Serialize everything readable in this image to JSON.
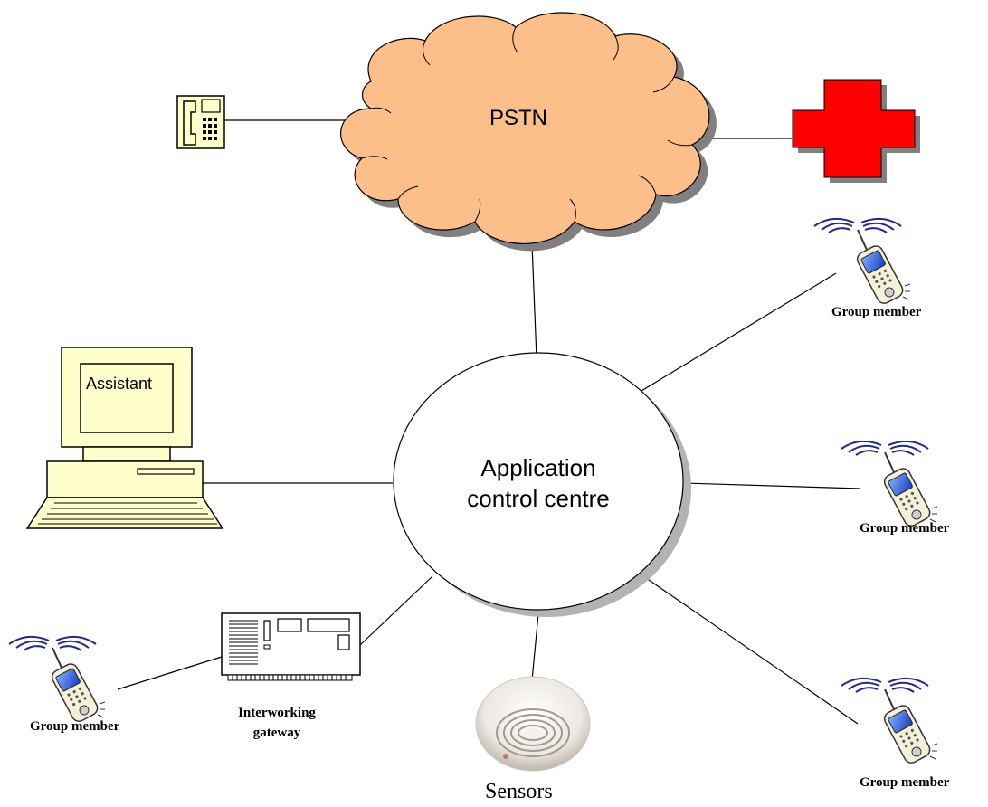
{
  "nodes": {
    "pstn": {
      "label": "PSTN"
    },
    "control_centre": {
      "line1": "Application",
      "line2": "control centre"
    },
    "assistant": {
      "label": "Assistant"
    },
    "gateway": {
      "line1": "Interworking",
      "line2": "gateway"
    },
    "sensors": {
      "label": "Sensors"
    },
    "group_member_label": "Group member",
    "group_members": [
      {
        "id": "right-top",
        "label": "Group member"
      },
      {
        "id": "right-middle",
        "label": "Group member"
      },
      {
        "id": "right-bottom",
        "label": "Group member"
      },
      {
        "id": "left-bottom",
        "label": "Group member"
      }
    ]
  },
  "colors": {
    "cloud_fill": "#FDBF8A",
    "cross_fill": "#FF0000",
    "terminal_fill": "#FFFFCC",
    "phone_fill": "#FFFFCC",
    "shadow": "#808080"
  },
  "icons": [
    "telephone-icon",
    "red-cross-icon",
    "computer-terminal-icon",
    "gateway-device-icon",
    "smoke-sensor-icon",
    "mobile-phone-icon"
  ]
}
